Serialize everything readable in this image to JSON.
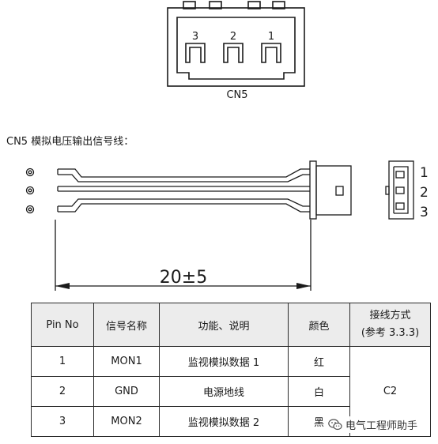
{
  "connector_top": {
    "pin_numbers": [
      "3",
      "2",
      "1"
    ],
    "label": "CN5"
  },
  "cable_section": {
    "heading": "CN5 模拟电压输出信号线：",
    "length_label": "20±5",
    "side_pin_numbers": [
      "1",
      "2",
      "3"
    ]
  },
  "table": {
    "headers": {
      "pin_no": "Pin No",
      "signal_name": "信号名称",
      "function": "功能、说明",
      "color": "颜色",
      "connection_line1": "接线方式",
      "connection_line2": "(参考 3.3.3)"
    },
    "rows": [
      {
        "pin": "1",
        "signal": "MON1",
        "function": "监视模拟数据 1",
        "color": "红"
      },
      {
        "pin": "2",
        "signal": "GND",
        "function": "电源地线",
        "color": "白"
      },
      {
        "pin": "3",
        "signal": "MON2",
        "function": "监视模拟数据 2",
        "color": "黑"
      }
    ],
    "connection_value": "C2"
  },
  "watermark": {
    "text": "电气工程师助手",
    "icon": "wechat-icon"
  },
  "colors": {
    "line": "#1a1a1a",
    "header_bg": "#ececec"
  }
}
